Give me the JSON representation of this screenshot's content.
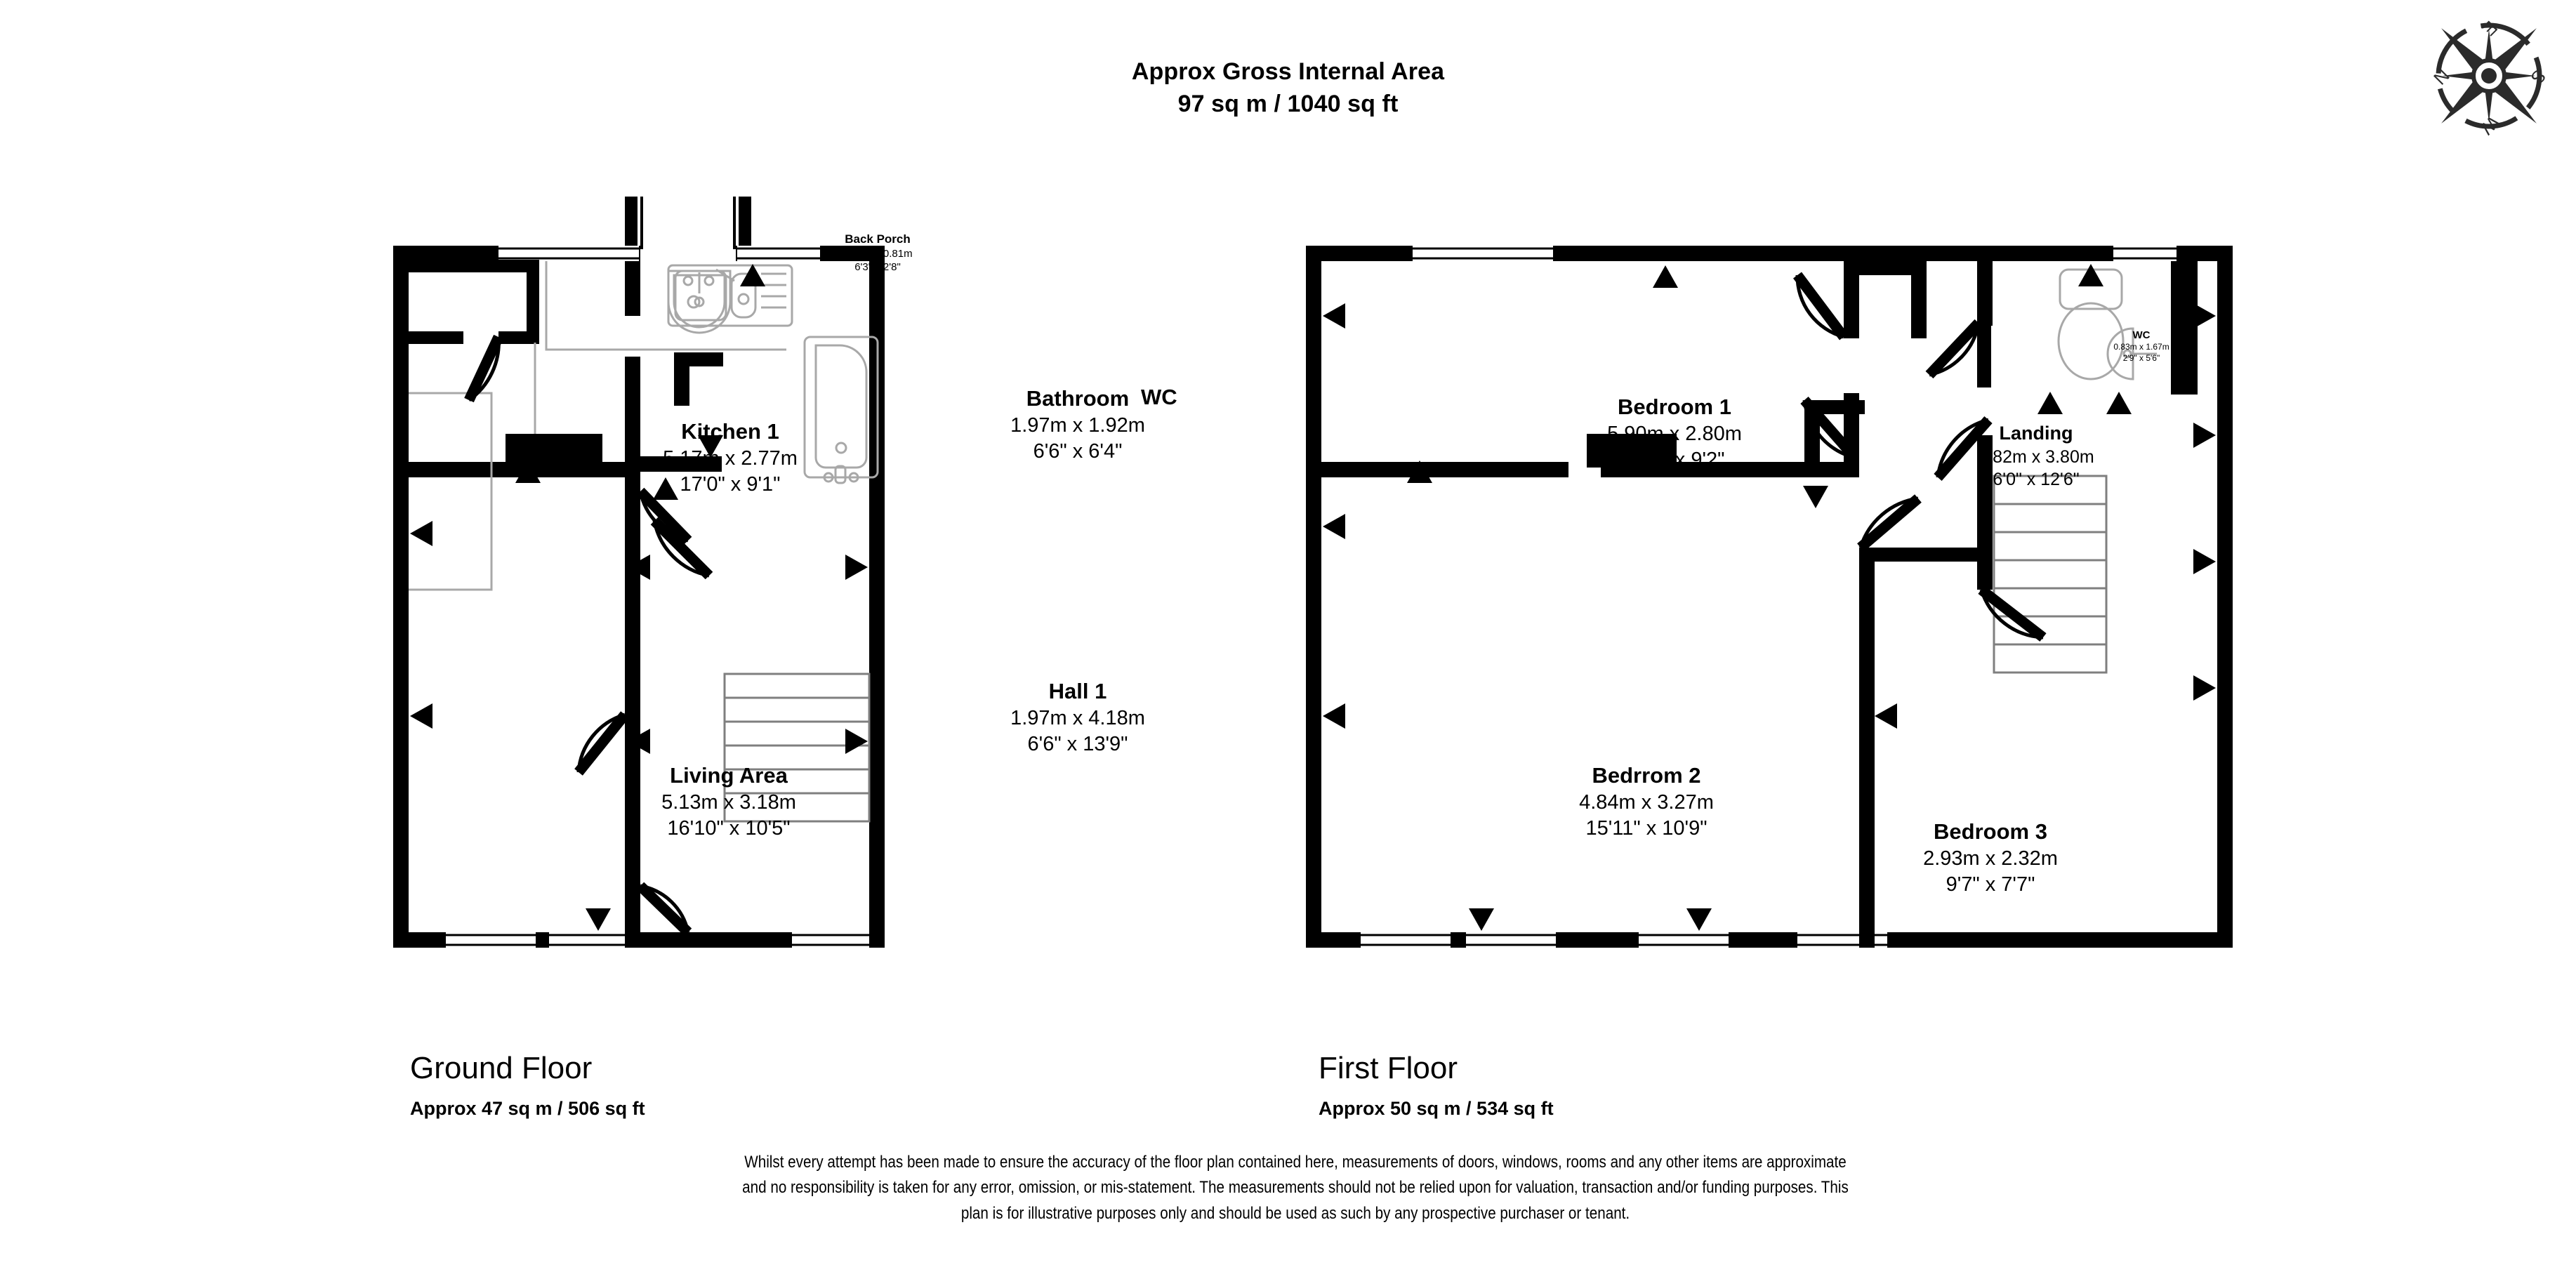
{
  "header": {
    "title_line1": "Approx Gross Internal Area",
    "title_line2": "97 sq m / 1040 sq ft"
  },
  "compass": {
    "north": "N",
    "east": "E",
    "south": "S",
    "west": "W"
  },
  "floors": [
    {
      "id": "ground",
      "title": "Ground Floor",
      "area": "Approx 47 sq m / 506 sq ft",
      "rooms": [
        {
          "name": "Back Porch",
          "metric": "1.91m x 0.81m",
          "imperial": "6'3\" x 2'8\""
        },
        {
          "name": "Kitchen 1",
          "metric": "5.17m x 2.77m",
          "imperial": "17'0\" x 9'1\""
        },
        {
          "name": "Bathroom",
          "metric": "1.97m x 1.92m",
          "imperial": "6'6\" x 6'4\""
        },
        {
          "name": "WC",
          "metric": "",
          "imperial": ""
        },
        {
          "name": "Hall 1",
          "metric": "1.97m x 4.18m",
          "imperial": "6'6\" x 13'9\""
        },
        {
          "name": "Living Area",
          "metric": "5.13m x 3.18m",
          "imperial": "16'10\" x 10'5\""
        }
      ]
    },
    {
      "id": "first",
      "title": "First Floor",
      "area": "Approx 50 sq m / 534 sq ft",
      "rooms": [
        {
          "name": "Bedroom 1",
          "metric": "5.90m x 2.80m",
          "imperial": "19'4\" x 9'2\""
        },
        {
          "name": "Landing",
          "metric": "1.82m x 3.80m",
          "imperial": "6'0\" x 12'6\""
        },
        {
          "name": "WC",
          "metric": "0.83m x 1.67m",
          "imperial": "2'9\" x 5'6\""
        },
        {
          "name": "Bedrrom 2",
          "metric": "4.84m x 3.27m",
          "imperial": "15'11\" x 10'9\""
        },
        {
          "name": "Bedroom 3",
          "metric": "2.93m x 2.32m",
          "imperial": "9'7\" x 7'7\""
        }
      ]
    }
  ],
  "disclaimer": "Whilst every attempt has been made to ensure the accuracy of the floor plan contained here, measurements of doors, windows, rooms and any other items are approximate and no responsibility is taken for any error, omission, or mis-statement. The measurements should not be relied upon for valuation, transaction and/or funding purposes. This plan is for illustrative purposes only and should be used as such by any prospective purchaser or tenant.",
  "colors": {
    "wall": "#000000",
    "fixture": "#9a9a9a",
    "background": "#ffffff"
  }
}
